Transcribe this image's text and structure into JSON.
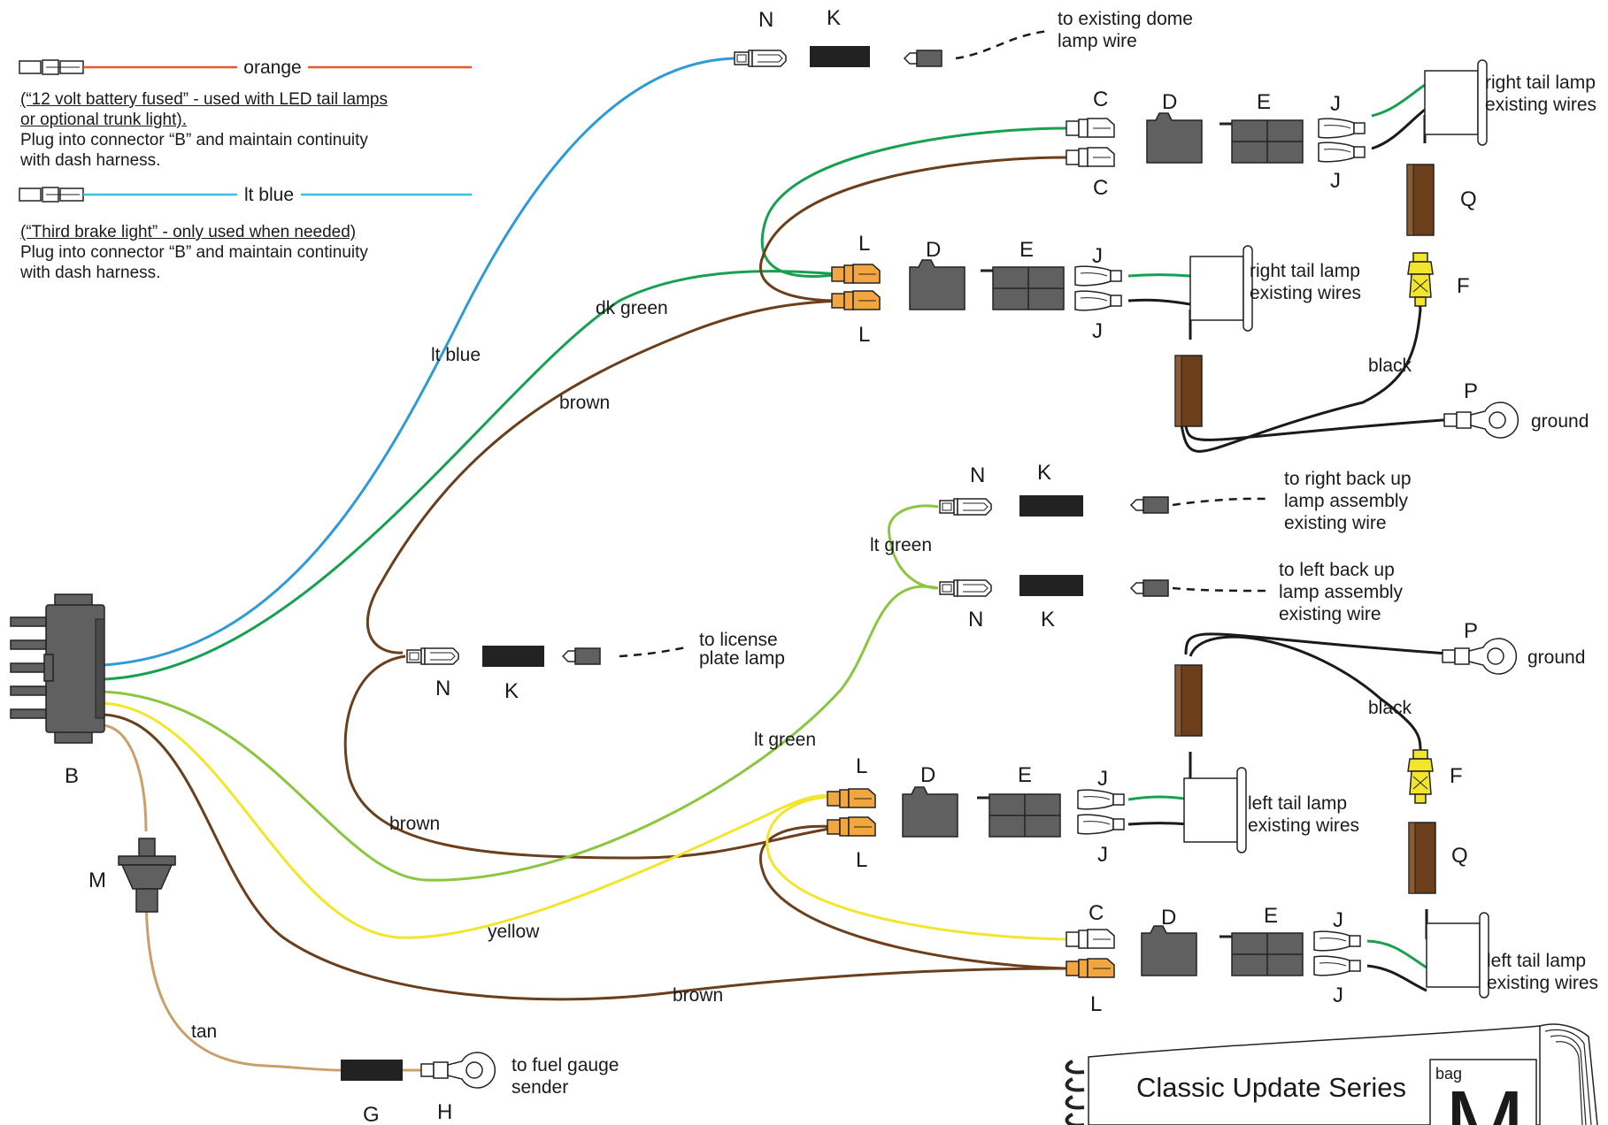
{
  "legend": {
    "orange_label": "orange",
    "orange_note_1": "(“12 volt battery fused” - used with LED tail lamps",
    "orange_note_2": "or optional trunk light).",
    "orange_note_3": "Plug into connector “B” and maintain continuity",
    "orange_note_4": "with dash harness.",
    "ltblue_label": "lt blue",
    "ltblue_note_1": "(“Third brake light” - only used when needed)",
    "ltblue_note_2": "Plug into connector “B” and maintain continuity",
    "ltblue_note_3": "with dash harness."
  },
  "wire_labels": {
    "lt_blue": "lt blue",
    "dk_green": "dk green",
    "brown_upper": "brown",
    "brown_middle": "brown",
    "brown_lower": "brown",
    "lt_green_upper": "lt green",
    "lt_green_lower": "lt green",
    "yellow": "yellow",
    "tan": "tan",
    "black_upper": "black",
    "black_lower": "black"
  },
  "connector_letters": {
    "B": "B",
    "C": "C",
    "D": "D",
    "E": "E",
    "F": "F",
    "G": "G",
    "H": "H",
    "J": "J",
    "K": "K",
    "L": "L",
    "M": "M",
    "N": "N",
    "P": "P",
    "Q": "Q"
  },
  "destinations": {
    "dome_1": "to existing dome",
    "dome_2": "lamp wire",
    "right_tail_1": "right tail lamp",
    "right_tail_2": "existing wires",
    "left_tail_1": "left tail lamp",
    "left_tail_2": "existing wires",
    "ground": "ground",
    "right_backup_1": "to right back up",
    "right_backup_2": "lamp assembly",
    "right_backup_3": "existing wire",
    "left_backup_1": "to left back up",
    "left_backup_2": "lamp assembly",
    "left_backup_3": "existing wire",
    "license_1": "to license",
    "license_2": "plate lamp",
    "fuel_1": "to fuel gauge",
    "fuel_2": "sender"
  },
  "bag": {
    "series": "Classic Update Series",
    "bag_word": "bag",
    "bag_letter": "M"
  },
  "colors": {
    "orange": "#e8572a",
    "lt_blue": "#2e9bd6",
    "cyan": "#3cc0dd",
    "dk_green": "#16a050",
    "brown": "#6b3e1c",
    "lt_green": "#8cc63f",
    "yellow": "#f2e52a",
    "tan": "#c9a06a",
    "black": "#1a1a1a"
  }
}
